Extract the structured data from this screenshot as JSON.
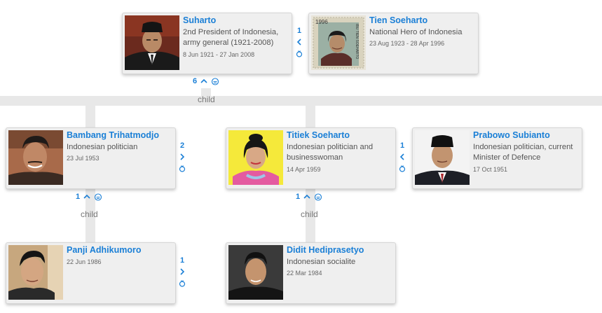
{
  "people": {
    "suharto": {
      "name": "Suharto",
      "desc": "2nd President of Indonesia, army general (1921-2008)",
      "dates": "8 Jun 1921 - 27 Jan 2008",
      "partner_count": "1"
    },
    "tien": {
      "name": "Tien Soeharto",
      "desc": "National Hero of Indonesia",
      "dates": "23 Aug 1923 - 28 Apr 1996",
      "stamp_year": "1996",
      "stamp_text": "IBU TIEN SOEHARTO"
    },
    "bambang": {
      "name": "Bambang Trihatmodjo",
      "desc": "Indonesian politician",
      "dates": "23 Jul 1953",
      "partner_count": "2",
      "children_count": "1"
    },
    "titiek": {
      "name": "Titiek Soeharto",
      "desc": "Indonesian politician and businesswoman",
      "dates": "14 Apr 1959",
      "children_count": "1"
    },
    "prabowo": {
      "name": "Prabowo Subianto",
      "desc": "Indonesian politician, current Minister of Defence",
      "dates": "17 Oct 1951",
      "partner_count": "1"
    },
    "panji": {
      "name": "Panji Adhikumoro",
      "desc": "",
      "dates": "22 Jun 1986",
      "partner_count": "1"
    },
    "didit": {
      "name": "Didit Hediprasetyo",
      "desc": "Indonesian socialite",
      "dates": "22 Mar 1984"
    }
  },
  "root_children_count": "6",
  "child_label": "child",
  "icons": [
    "chevron-up-icon",
    "chevron-left-icon",
    "chevron-right-icon",
    "spouse-rings-icon",
    "descendants-icon",
    "person-photo"
  ],
  "colors": {
    "link": "#1a7fd6",
    "card_bg": "#efefef",
    "connector": "#e8e8e8",
    "label_gray": "#777777"
  }
}
